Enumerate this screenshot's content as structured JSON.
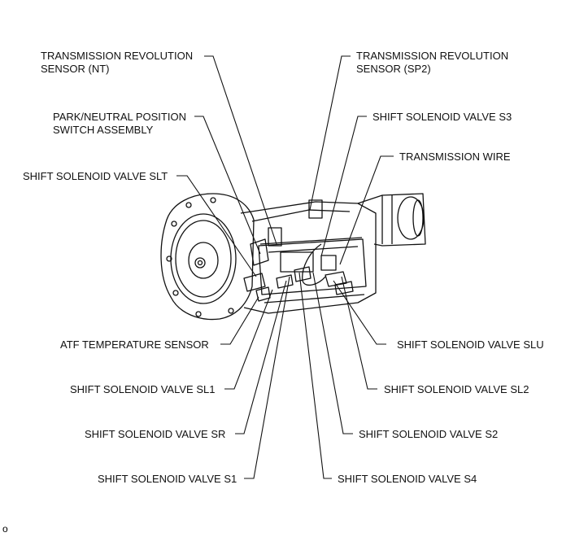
{
  "labels": {
    "trs_nt": [
      "TRANSMISSION REVOLUTION",
      "SENSOR (NT)"
    ],
    "trs_sp2": [
      "TRANSMISSION REVOLUTION",
      "SENSOR (SP2)"
    ],
    "pnp_switch": [
      "PARK/NEUTRAL POSITION",
      "SWITCH ASSEMBLY"
    ],
    "valve_s3": "SHIFT SOLENOID VALVE S3",
    "trans_wire": "TRANSMISSION WIRE",
    "valve_slt": "SHIFT SOLENOID VALVE SLT",
    "atf_sensor": "ATF TEMPERATURE SENSOR",
    "valve_slu": "SHIFT SOLENOID VALVE SLU",
    "valve_sl1": "SHIFT SOLENOID VALVE SL1",
    "valve_sl2": "SHIFT SOLENOID VALVE SL2",
    "valve_sr": "SHIFT SOLENOID VALVE SR",
    "valve_s2": "SHIFT SOLENOID VALVE S2",
    "valve_s1": "SHIFT SOLENOID VALVE S1",
    "valve_s4": "SHIFT SOLENOID VALVE S4"
  },
  "corner_mark": "o"
}
